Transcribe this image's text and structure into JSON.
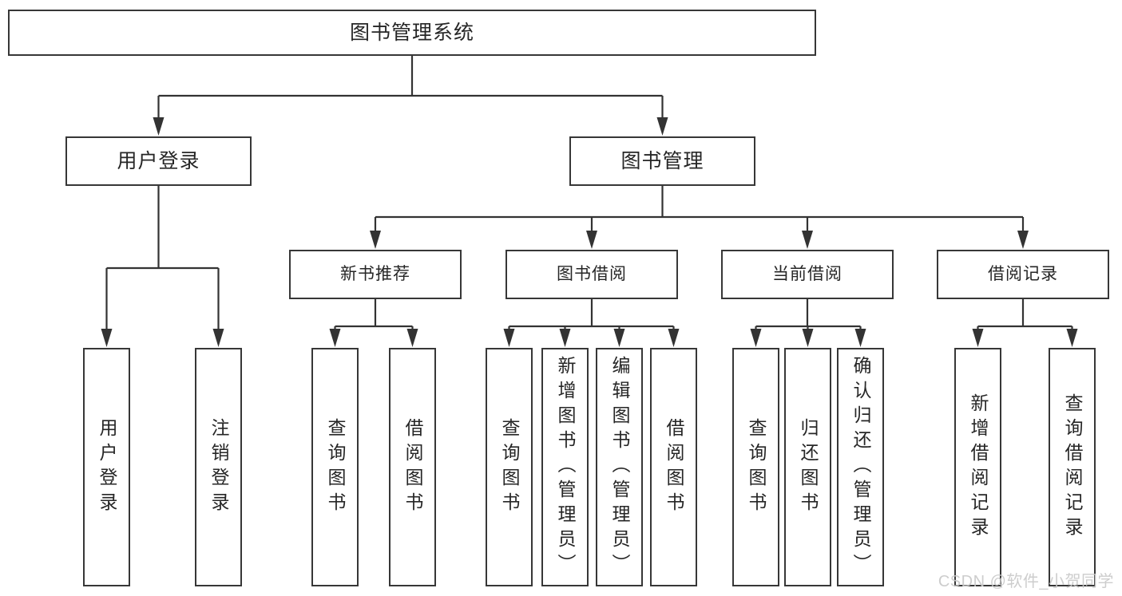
{
  "colors": {
    "line": "#333333",
    "box_border": "#373737",
    "text": "#262626",
    "watermark": "#c9c9c9",
    "background": "#ffffff"
  },
  "diagram": {
    "root": {
      "label": "图书管理系统"
    },
    "branches": [
      {
        "label": "用户登录",
        "children": [
          {
            "label": "用户登录"
          },
          {
            "label": "注销登录"
          }
        ]
      },
      {
        "label": "图书管理",
        "children": [
          {
            "label": "新书推荐",
            "children": [
              {
                "label": "查询图书"
              },
              {
                "label": "借阅图书"
              }
            ]
          },
          {
            "label": "图书借阅",
            "children": [
              {
                "label": "查询图书"
              },
              {
                "label": "新增图书（管理员）"
              },
              {
                "label": "编辑图书（管理员）"
              },
              {
                "label": "借阅图书"
              }
            ]
          },
          {
            "label": "当前借阅",
            "children": [
              {
                "label": "查询图书"
              },
              {
                "label": "归还图书"
              },
              {
                "label": "确认归还（管理员）"
              }
            ]
          },
          {
            "label": "借阅记录",
            "children": [
              {
                "label": "新增借阅记录"
              },
              {
                "label": "查询借阅记录"
              }
            ]
          }
        ]
      }
    ]
  },
  "watermark": {
    "text": "CSDN @软件_小贺同学"
  }
}
